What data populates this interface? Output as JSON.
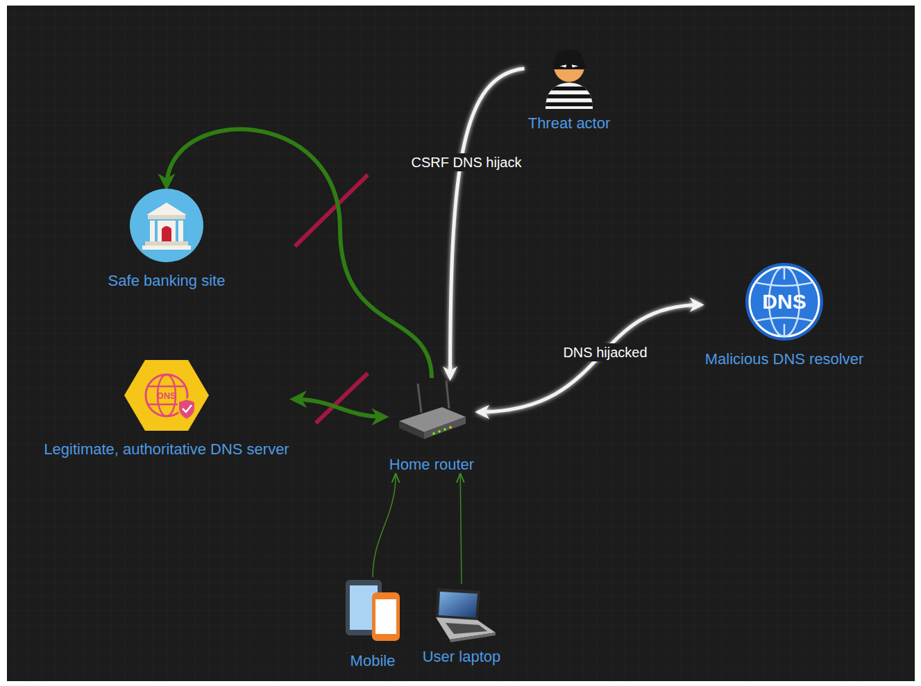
{
  "diagram": {
    "nodes": [
      {
        "text": [
          "Threat actor"
        ]
      },
      {
        "text": [
          "Safe banking site"
        ]
      },
      {
        "text": [
          "Malicious DNS resolver"
        ]
      },
      {
        "text": [
          "Legitimate, authoritative DNS server"
        ]
      },
      {
        "text": [
          "Home router"
        ]
      },
      {
        "text": [
          "Mobile"
        ]
      },
      {
        "text": [
          "User laptop"
        ]
      }
    ],
    "edges": [
      {
        "from": 0,
        "to": 4,
        "label": "CSRF DNS hijack",
        "arrow": "to"
      },
      {
        "from": 4,
        "to": 2,
        "label": "DNS hijacked",
        "arrow": "both"
      },
      {
        "from": 4,
        "to": 1,
        "arrow": "to"
      },
      {
        "from": 3,
        "to": 4,
        "arrow": "both"
      },
      {
        "from": 5,
        "to": 4,
        "arrow": "to"
      },
      {
        "from": 6,
        "to": 4,
        "arrow": "to"
      }
    ],
    "labels": [
      "DNS",
      "DNS"
    ]
  }
}
